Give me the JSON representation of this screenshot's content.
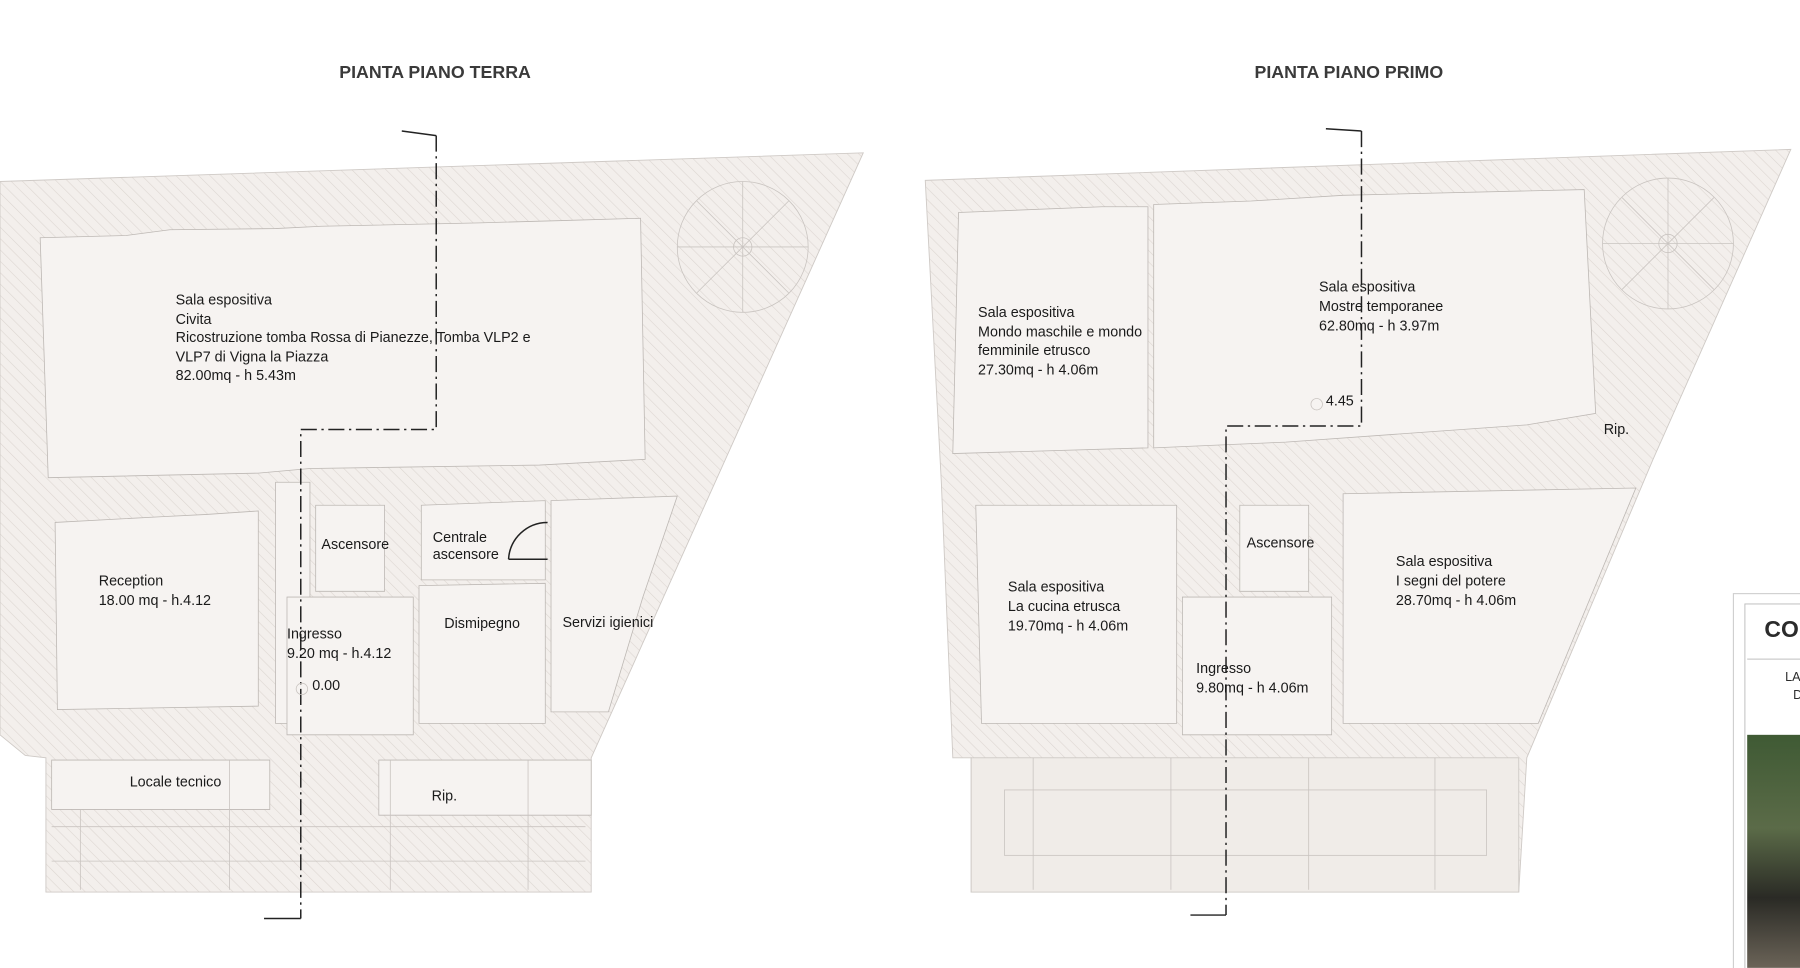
{
  "ground_floor": {
    "title": "PIANTA PIANO TERRA",
    "rooms": {
      "sala": [
        "Sala espositiva",
        "Civita",
        "Ricostruzione tomba Rossa di Pianezze, Tomba VLP2 e",
        "VLP7 di Vigna la Piazza",
        "82.00mq - h 5.43m"
      ],
      "reception": [
        "Reception",
        "18.00 mq - h.4.12"
      ],
      "ascensore": "Ascensore",
      "centrale": [
        "Centrale",
        "ascensore"
      ],
      "ingresso": [
        "Ingresso",
        "9.20 mq - h.4.12"
      ],
      "level": "0.00",
      "disimpegno": "Dismipegno",
      "servizi": "Servizi igienici",
      "locale_tecnico": "Locale tecnico",
      "rip": "Rip."
    }
  },
  "first_floor": {
    "title": "PIANTA PIANO PRIMO",
    "rooms": {
      "sala_mondo": [
        "Sala espositiva",
        "Mondo maschile e mondo",
        "femminile etrusco",
        "27.30mq - h 4.06m"
      ],
      "sala_mostre": [
        "Sala espositiva",
        "Mostre temporanee",
        "62.80mq - h 3.97m"
      ],
      "level": "4.45",
      "rip": "Rip.",
      "sala_cucina": [
        "Sala espositiva",
        "La cucina etrusca",
        "19.70mq - h 4.06m"
      ],
      "ascensore": "Ascensore",
      "sala_potere": [
        "Sala espositiva",
        "I segni del potere",
        "28.70mq - h 4.06m"
      ],
      "ingresso": [
        "Ingresso",
        "9.80mq - h 4.06m"
      ]
    }
  },
  "title_block": {
    "heading_partial": "CO",
    "line1_partial": "LA",
    "line2_partial": "D"
  }
}
